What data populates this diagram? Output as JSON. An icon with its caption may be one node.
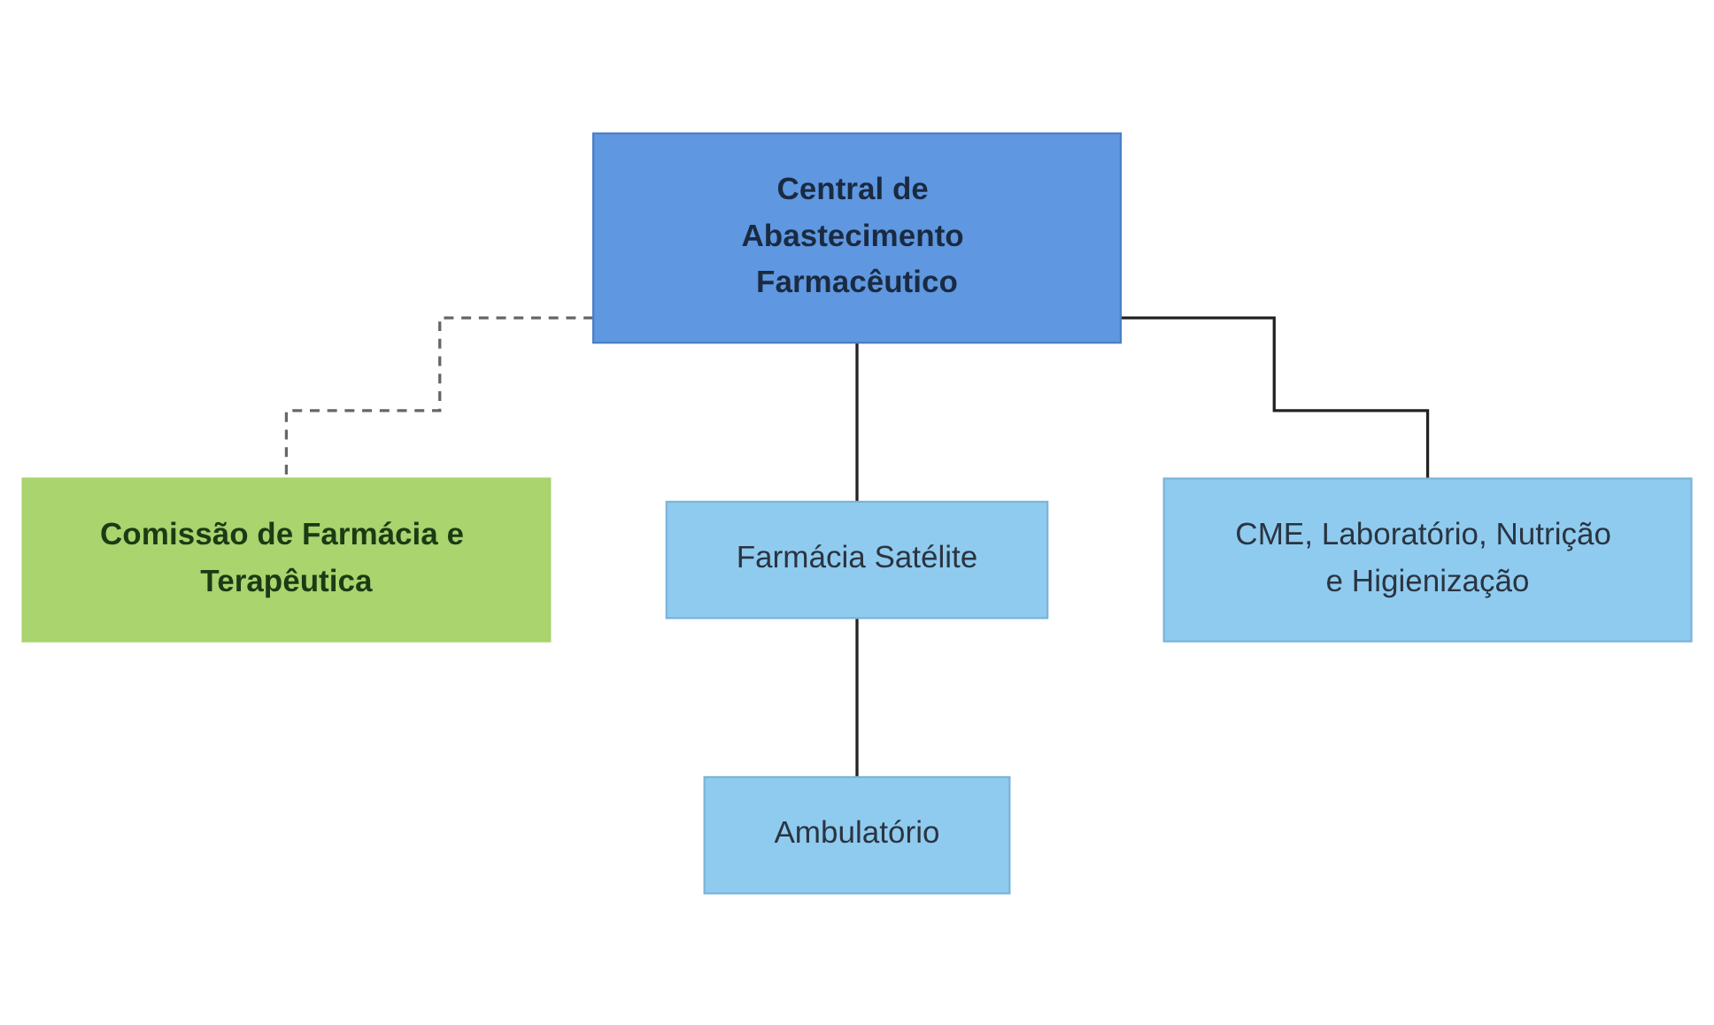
{
  "diagram": {
    "nodes": [
      {
        "text": [
          "Central de Abastecimento Farmacêutico"
        ]
      },
      {
        "text": [
          "Comissão de Farmácia e Terapêutica"
        ]
      },
      {
        "text": [
          "Farmácia Satélite"
        ]
      },
      {
        "text": [
          "CME, Laboratório, Nutrição e Higienização"
        ]
      },
      {
        "text": [
          "Ambulatório"
        ]
      }
    ],
    "edges": [
      {
        "from": 0,
        "to": 1,
        "arrow": "none",
        "style": "dashed"
      },
      {
        "from": 0,
        "to": 2,
        "arrow": "none"
      },
      {
        "from": 0,
        "to": 3,
        "arrow": "none"
      },
      {
        "from": 2,
        "to": 4,
        "arrow": "none"
      }
    ]
  }
}
